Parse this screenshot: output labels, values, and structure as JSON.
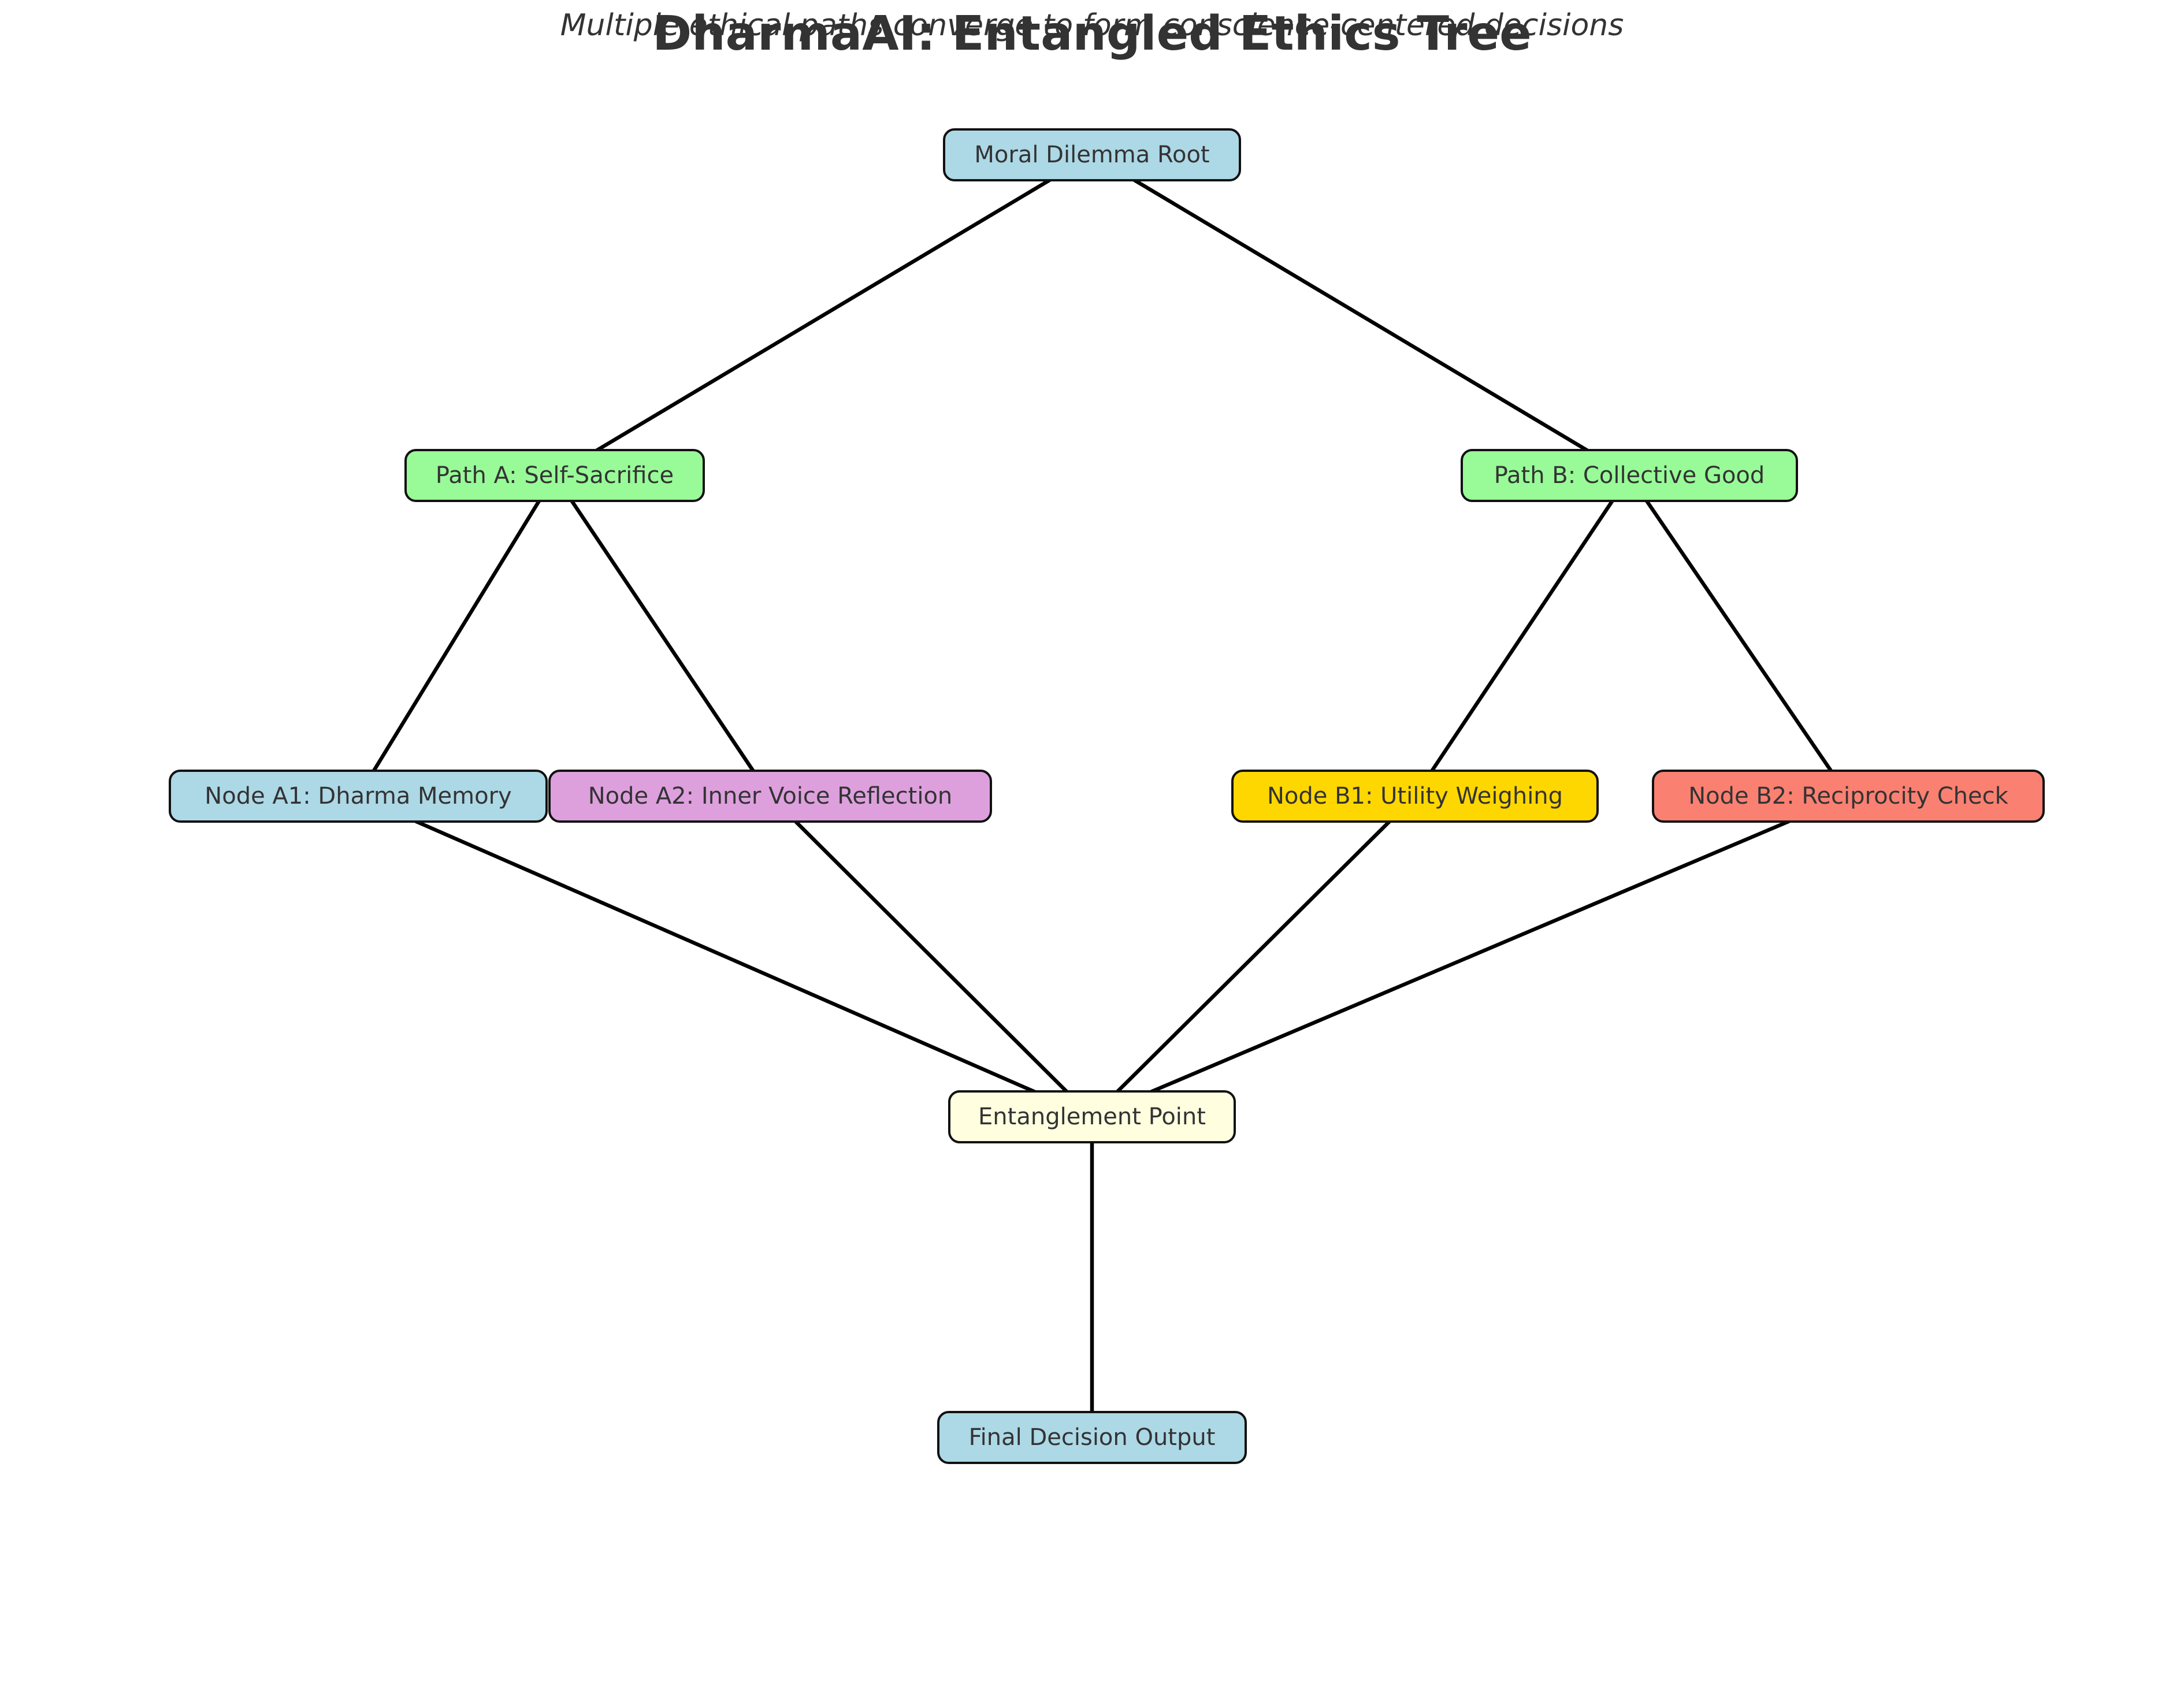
{
  "title": "DharmaAI: Entangled Ethics Tree",
  "subtitle": "Multiple ethical paths converge to form conscience-centered decisions",
  "nodes": [
    {
      "id": "root",
      "label": "Moral Dilemma Root",
      "color": "#add8e6"
    },
    {
      "id": "path_a",
      "label": "Path A: Self-Sacrifice",
      "color": "#98fb98"
    },
    {
      "id": "path_b",
      "label": "Path B: Collective Good",
      "color": "#98fb98"
    },
    {
      "id": "node_a1",
      "label": "Node A1: Dharma Memory",
      "color": "#add8e6"
    },
    {
      "id": "node_a2",
      "label": "Node A2: Inner Voice Reflection",
      "color": "#dda0dd"
    },
    {
      "id": "node_b1",
      "label": "Node B1: Utility Weighing",
      "color": "#ffd700"
    },
    {
      "id": "node_b2",
      "label": "Node B2: Reciprocity Check",
      "color": "#fa8072"
    },
    {
      "id": "entangle",
      "label": "Entanglement Point",
      "color": "#ffffe0"
    },
    {
      "id": "final",
      "label": "Final Decision Output",
      "color": "#add8e6"
    }
  ],
  "edges": [
    {
      "from": "root",
      "to": "path_a"
    },
    {
      "from": "root",
      "to": "path_b"
    },
    {
      "from": "path_a",
      "to": "node_a1"
    },
    {
      "from": "path_a",
      "to": "node_a2"
    },
    {
      "from": "path_b",
      "to": "node_b1"
    },
    {
      "from": "path_b",
      "to": "node_b2"
    },
    {
      "from": "node_a1",
      "to": "entangle"
    },
    {
      "from": "node_a2",
      "to": "entangle"
    },
    {
      "from": "node_b1",
      "to": "entangle"
    },
    {
      "from": "node_b2",
      "to": "entangle"
    },
    {
      "from": "entangle",
      "to": "final"
    }
  ],
  "colors": {
    "edge": "#000000",
    "border": "#111111",
    "text": "#333333"
  }
}
